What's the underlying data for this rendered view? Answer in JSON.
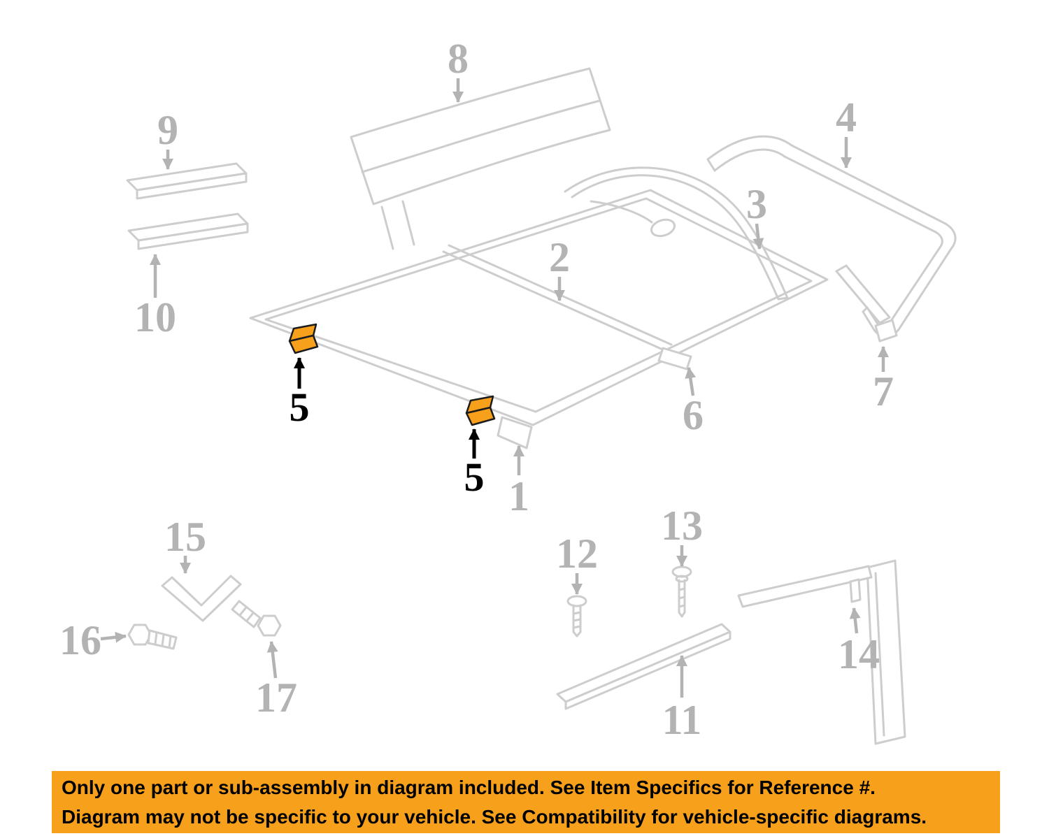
{
  "colors": {
    "accent": "#F7A01B",
    "line": "#CDCDCD",
    "label": "#B3B3B3",
    "ink": "#000000",
    "bg": "#FFFFFF"
  },
  "callouts": {
    "n1": "1",
    "n2": "2",
    "n3": "3",
    "n4": "4",
    "n5a": "5",
    "n5b": "5",
    "n6": "6",
    "n7": "7",
    "n8": "8",
    "n9": "9",
    "n10": "10",
    "n11": "11",
    "n12": "12",
    "n13": "13",
    "n14": "14",
    "n15": "15",
    "n16": "16",
    "n17": "17"
  },
  "highlight": {
    "part_number": "5",
    "color": "#F7A01B"
  },
  "banner": {
    "line1": "Only one part or sub-assembly in diagram included. See Item Specifics for Reference #.",
    "line2": "Diagram may not be specific to your vehicle. See Compatibility for vehicle-specific diagrams."
  }
}
